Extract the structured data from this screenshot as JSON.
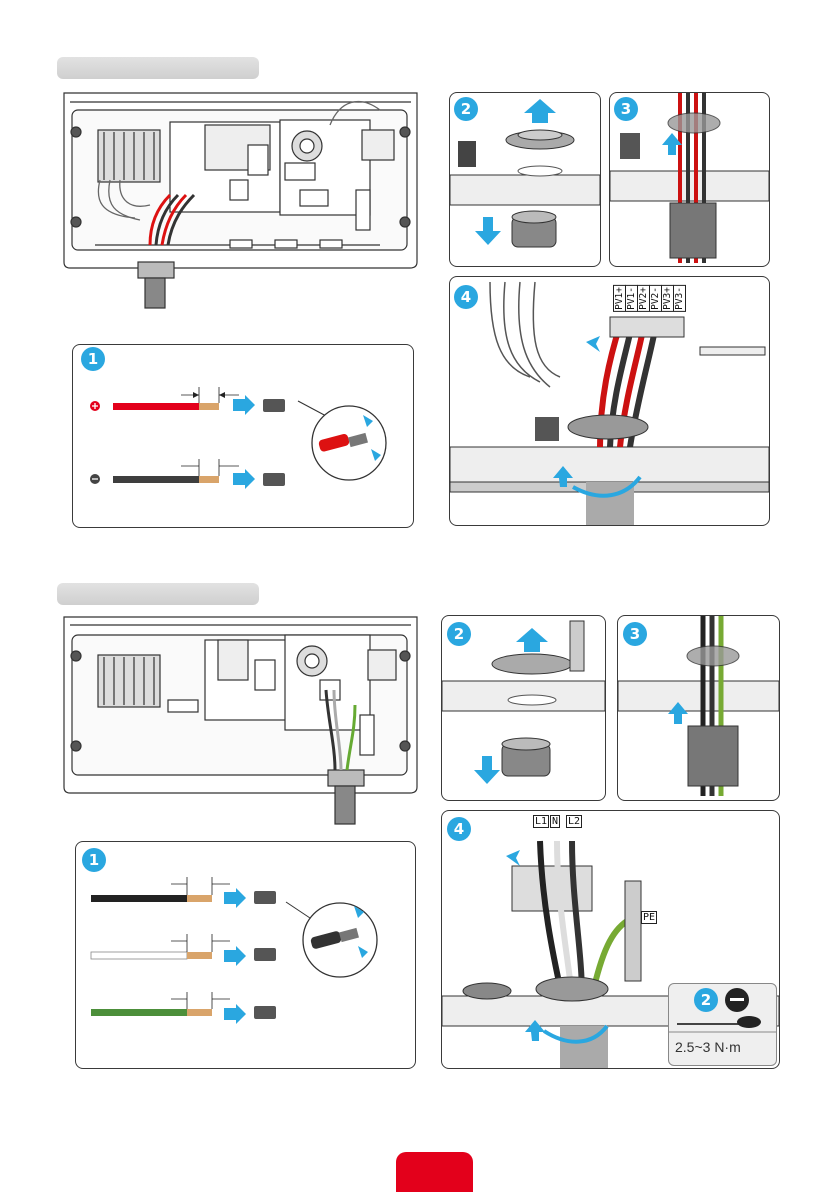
{
  "sections": [
    {
      "title_bar": "",
      "step1_badge": "1",
      "step2_badge": "2",
      "step3_badge": "3",
      "step4_badge": "4",
      "polarity_labels": [
        "PV1+",
        "PV1-",
        "PV2+",
        "PV2-",
        "PV3+",
        "PV3-"
      ]
    },
    {
      "title_bar": "",
      "step1_badge": "1",
      "step2_badge": "2",
      "step3_badge": "3",
      "step4_badge": "4",
      "terminal_labels": [
        "L1",
        "N",
        "L2"
      ],
      "pe_label": "PE",
      "torque": {
        "badge": "2",
        "value": "2.5~3 N·m"
      }
    }
  ],
  "icons": {
    "positive": "plus-circle-icon",
    "negative": "minus-circle-icon",
    "arrow": "blue-arrow-icon"
  },
  "colors": {
    "badge": "#2aa7e0",
    "positive_cable": "#e3001b",
    "page_tab": "#e3001b"
  }
}
